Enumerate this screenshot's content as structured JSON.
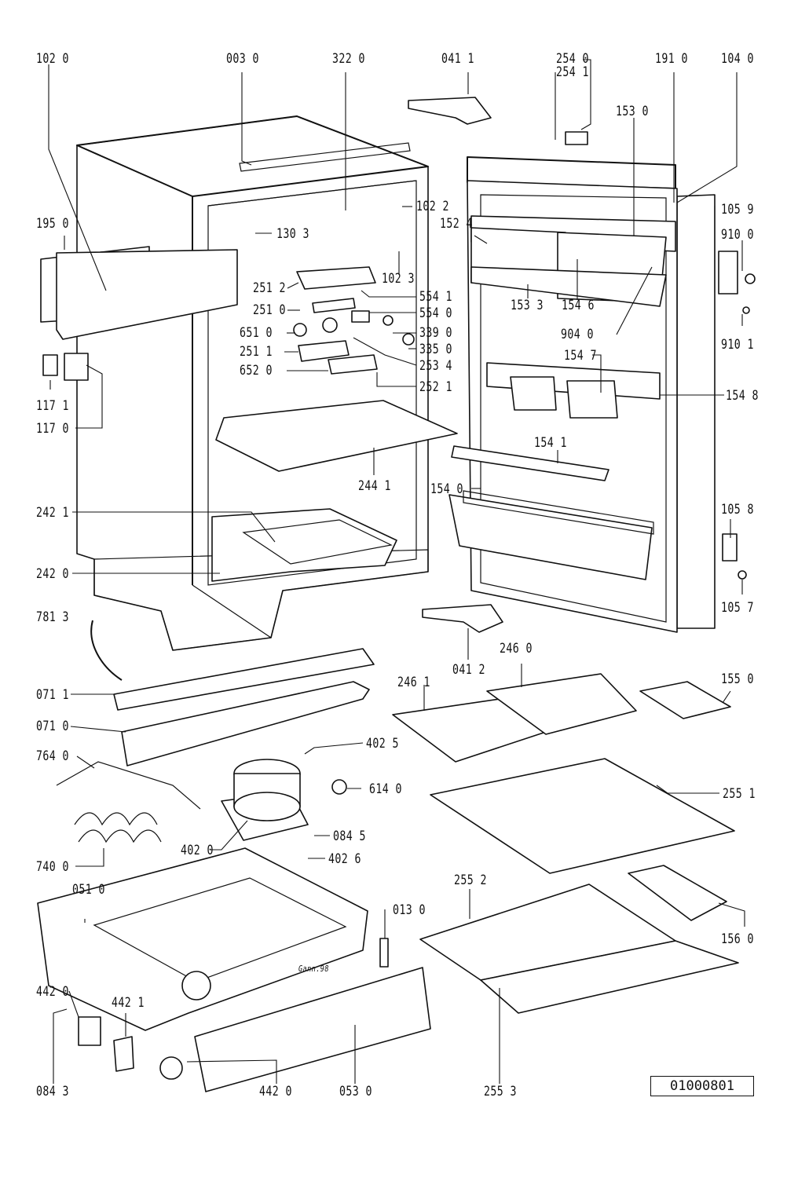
{
  "reference_number": "01000801",
  "artist_mark": "Gann.98",
  "labels": {
    "l102_0": "102 0",
    "l003_0": "003 0",
    "l322_0": "322 0",
    "l041_1": "041 1",
    "l254_0": "254 0",
    "l254_1": "254 1",
    "l191_0": "191 0",
    "l104_0": "104 0",
    "l153_0": "153 0",
    "l105_9": "105 9",
    "l195_0": "195 0",
    "l102_2": "102 2",
    "l152_4": "152 4",
    "l910_0": "910 0",
    "l130_3": "130 3",
    "l102_3": "102 3",
    "l251_2": "251 2",
    "l554_1": "554 1",
    "l251_0": "251 0",
    "l554_0": "554 0",
    "l153_3": "153 3",
    "l154_6": "154 6",
    "l910_1": "910 1",
    "l651_0": "651 0",
    "l339_0": "339 0",
    "l904_0": "904 0",
    "l251_1": "251 1",
    "l335_0": "335 0",
    "l253_4": "253 4",
    "l652_0": "652 0",
    "l154_7": "154 7",
    "l117_1": "117 1",
    "l252_1": "252 1",
    "l154_8": "154 8",
    "l117_0": "117 0",
    "l154_1": "154 1",
    "l244_1": "244 1",
    "l154_0": "154 0",
    "l242_1": "242 1",
    "l105_8": "105 8",
    "l242_0": "242 0",
    "l105_7": "105 7",
    "l781_3": "781 3",
    "l041_2": "041 2",
    "l246_0": "246 0",
    "l071_1": "071 1",
    "l246_1": "246 1",
    "l155_0": "155 0",
    "l071_0": "071 0",
    "l402_5": "402 5",
    "l764_0": "764 0",
    "l614_0": "614 0",
    "l255_1": "255 1",
    "l402_0": "402 0",
    "l084_5": "084 5",
    "l402_6": "402 6",
    "l740_0": "740 0",
    "l255_2": "255 2",
    "l051_0": "051 0",
    "l013_0": "013 0",
    "l156_0": "156 0",
    "l442_0a": "442 0",
    "l442_1": "442 1",
    "l084_3": "084 3",
    "l442_0b": "442 0",
    "l053_0": "053 0",
    "l255_3": "255 3"
  }
}
